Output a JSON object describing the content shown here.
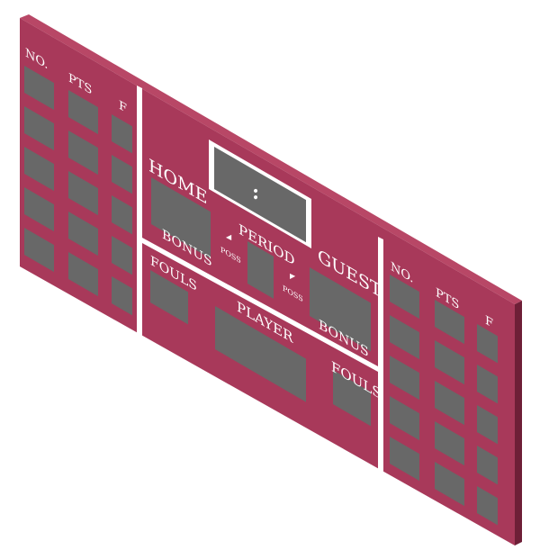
{
  "colors": {
    "board_face": "#a8395a",
    "board_top": "#b84766",
    "board_side": "#6e1f37",
    "display_cell": "#686868",
    "divider": "#ffffff",
    "text": "#ffffff"
  },
  "left_panel": {
    "col_no": "NO.",
    "col_pts": "PTS",
    "col_f": "F"
  },
  "center": {
    "clock_separator": ":",
    "home": "HOME",
    "guest": "GUEST",
    "period": "PERIOD",
    "bonus_home": "BONUS",
    "bonus_guest": "BONUS",
    "poss_home": "POSS",
    "poss_guest": "POSS",
    "fouls_home": "FOULS",
    "fouls_guest": "FOULS",
    "player": "PLAYER"
  },
  "right_panel": {
    "col_no": "NO.",
    "col_pts": "PTS",
    "col_f": "F"
  }
}
